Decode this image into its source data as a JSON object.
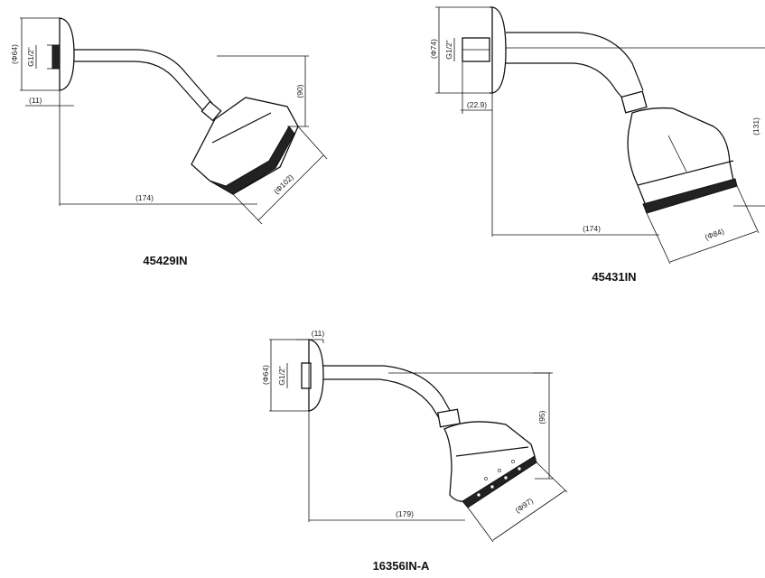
{
  "drawings": [
    {
      "model": "45429IN",
      "dims": {
        "flange_dia": "(Φ64)",
        "thread": "G1/2\"",
        "flange_depth": "(11)",
        "height": "(90)",
        "reach": "(174)",
        "head_dia": "(Φ102)"
      }
    },
    {
      "model": "45431IN",
      "dims": {
        "flange_dia": "(Φ74)",
        "thread": "G1/2\"",
        "flange_depth": "(22.9)",
        "height": "(131)",
        "reach": "(174)",
        "head_dia": "(Φ84)"
      }
    },
    {
      "model": "16356IN-A",
      "dims": {
        "flange_dia": "(Φ64)",
        "thread": "G1/2\"",
        "flange_depth": "(11)",
        "height": "(95)",
        "reach": "(179)",
        "head_dia": "(Φ97)"
      }
    }
  ]
}
